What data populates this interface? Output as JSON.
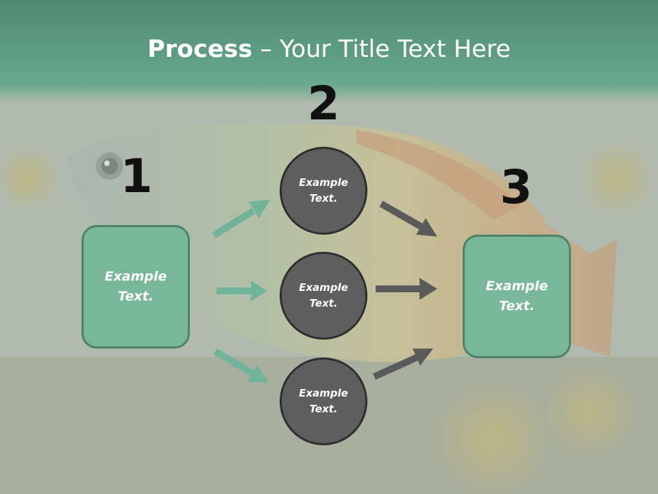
{
  "title": {
    "bold": "Process",
    "rest": " – Your Title Text Here"
  },
  "steps": [
    {
      "number": "1",
      "label_line1": "Example",
      "label_line2": "Text."
    },
    {
      "number": "2"
    },
    {
      "number": "3",
      "label_line1": "Example",
      "label_line2": "Text."
    }
  ],
  "circles": [
    {
      "line1": "Example",
      "line2": "Text."
    },
    {
      "line1": "Example",
      "line2": "Text."
    },
    {
      "line1": "Example",
      "line2": "Text."
    }
  ],
  "colors": {
    "title_band": "#5f9e84",
    "box_fill": "#79b79b",
    "box_border": "#4d8268",
    "circle_fill": "#5e5e5e",
    "arrow_green": "#72b499",
    "arrow_gray": "#5a5a5a"
  },
  "background": {
    "image": "aquarium fish photo (rainbowfish)"
  }
}
